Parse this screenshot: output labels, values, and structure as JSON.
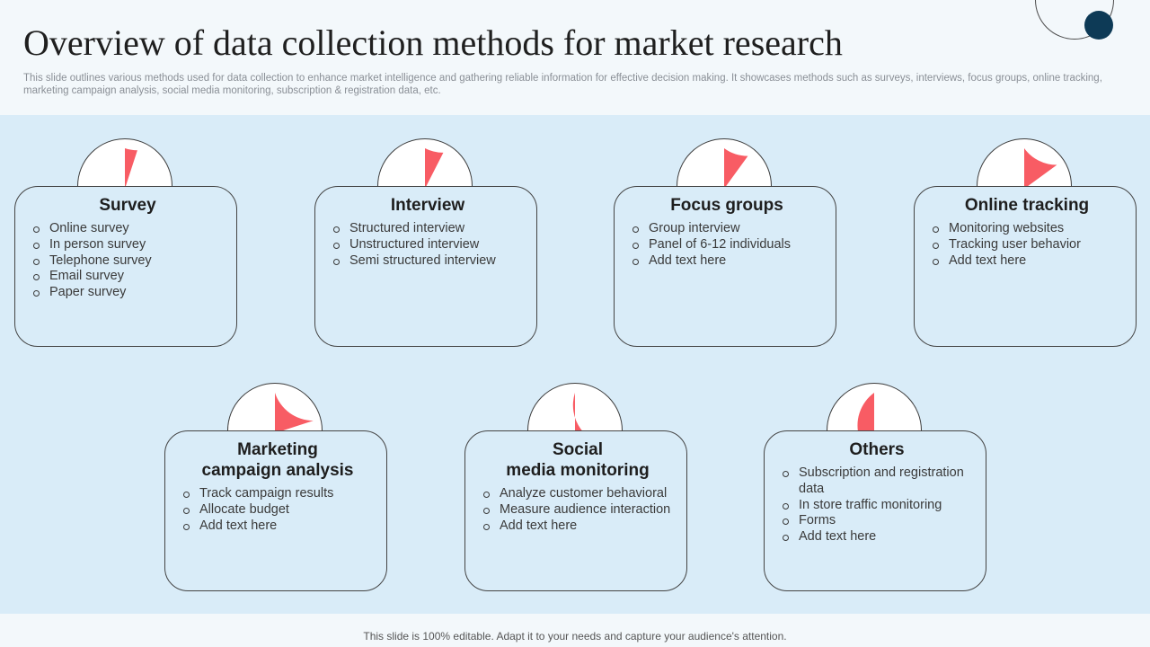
{
  "title": "Overview of data collection methods for market research",
  "subtitle": "This slide outlines various methods used for data collection to enhance market intelligence and gathering reliable information for effective decision making. It showcases methods such as surveys, interviews, focus groups, online tracking, marketing campaign analysis, social media monitoring, subscription & registration data, etc.",
  "colors": {
    "accent": "#f85c64",
    "dark": "#0d3a56",
    "band": "#d9ecf8"
  },
  "cards": [
    {
      "name": "survey",
      "title": [
        "Survey"
      ],
      "level": 0.1,
      "items": [
        "Online survey",
        "In person survey",
        "Telephone survey",
        "Email survey",
        "Paper survey"
      ]
    },
    {
      "name": "interview",
      "title": [
        "Interview"
      ],
      "level": 0.15,
      "items": [
        "Structured interview",
        "Unstructured interview",
        "Semi structured interview"
      ]
    },
    {
      "name": "focus-groups",
      "title": [
        "Focus groups"
      ],
      "level": 0.2,
      "items": [
        "Group interview",
        "Panel of 6-12 individuals",
        "Add text here"
      ]
    },
    {
      "name": "online-tracking",
      "title": [
        "Online tracking"
      ],
      "level": 0.3,
      "items": [
        "Monitoring websites",
        "Tracking user behavior",
        "Add text here"
      ]
    },
    {
      "name": "marketing-campaign-analysis",
      "title": [
        "Marketing",
        "campaign analysis"
      ],
      "level": 0.4,
      "items": [
        "Track campaign results",
        "Allocate budget",
        "Add text here"
      ]
    },
    {
      "name": "social-media-monitoring",
      "title": [
        "Social",
        "media monitoring"
      ],
      "level": 0.6,
      "items": [
        "Analyze customer behavioral",
        "Measure audience interaction",
        "Add text here"
      ]
    },
    {
      "name": "others",
      "title": [
        "Others"
      ],
      "level": 0.8,
      "items": [
        "Subscription and registration data",
        "In store traffic monitoring",
        "Forms",
        "Add text here"
      ]
    }
  ],
  "footer": "This slide is 100% editable. Adapt it to your needs and capture your audience's attention."
}
